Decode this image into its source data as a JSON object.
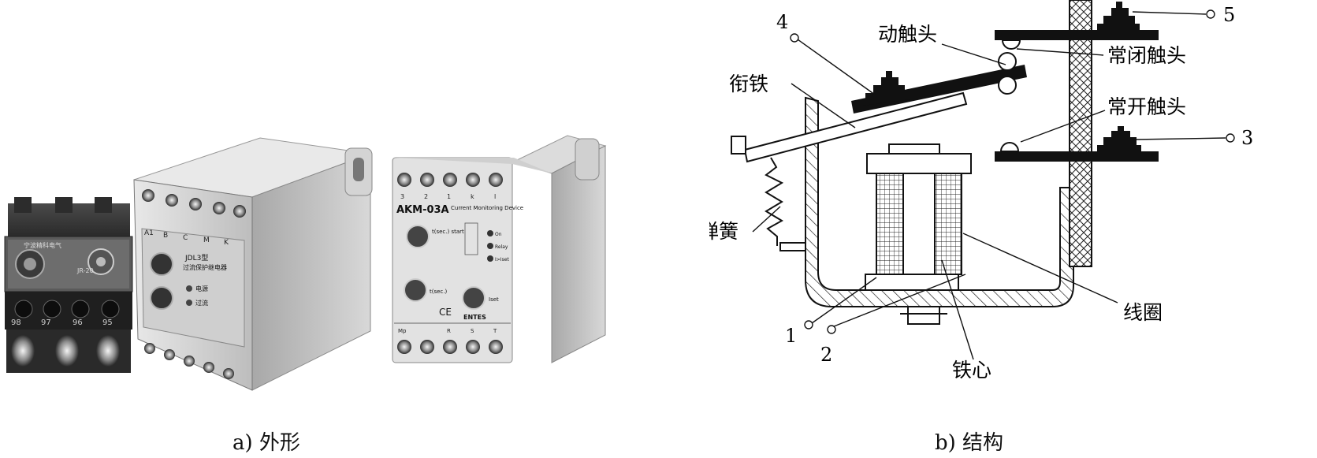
{
  "panel_a": {
    "caption": "a) 外形",
    "relays": [
      {
        "front_label": "宁波精科电气",
        "model": "JR-20",
        "markings": [
          "98",
          "97",
          "96",
          "95"
        ]
      },
      {
        "model": "JDL3型",
        "subtitle": "过流保护继电器",
        "indicators": [
          "电源",
          "过流"
        ],
        "terminals": [
          "A1",
          "B",
          "C",
          "M",
          "K"
        ]
      },
      {
        "model": "AKM-03A",
        "subtitle": "Current Monitoring Device",
        "top_terminals": [
          "3",
          "2",
          "1",
          "k",
          "l"
        ],
        "bottom_terminals": [
          "Mp",
          "",
          "R",
          "S",
          "T"
        ],
        "dial_1": "t(sec.) start",
        "dial_2": "t(sec.)",
        "dial_3": "Iset",
        "leds": [
          "On",
          "Relay",
          "I>Iset"
        ],
        "brand": "ENTES"
      }
    ]
  },
  "panel_b": {
    "caption": "b) 结构",
    "labels": {
      "moving_contact": "动触头",
      "armature": "衔铁",
      "nc_contact": "常闭触头",
      "no_contact": "常开触头",
      "spring": "弹簧",
      "coil": "线圈",
      "core": "铁心"
    },
    "numbers": [
      "1",
      "2",
      "3",
      "4",
      "5"
    ]
  },
  "colors": {
    "ink": "#111111",
    "hatch": "#222222"
  }
}
